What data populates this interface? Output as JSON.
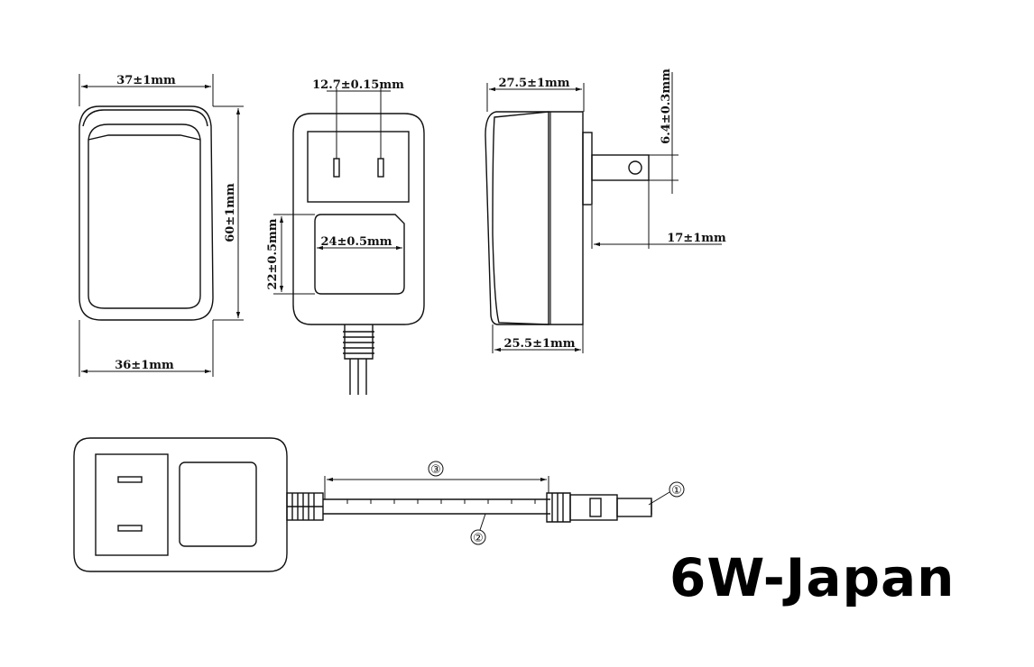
{
  "title": "6W-Japan",
  "colors": {
    "ink": "#111111",
    "background": "#ffffff"
  },
  "front_view": {
    "top_width": "37±1mm",
    "bottom_width": "36±1mm",
    "height": "60±1mm"
  },
  "plug_face_view": {
    "pin_spacing": "12.7±0.15mm",
    "label_width": "24±0.5mm",
    "label_height": "22±0.5mm"
  },
  "side_view": {
    "top_depth": "27.5±1mm",
    "bottom_depth": "25.5±1mm",
    "pin_width": "6.4±0.3mm",
    "pin_length": "17±1mm"
  },
  "cable_view": {
    "callout_dc_plug": "①",
    "callout_cable": "②",
    "callout_length": "③"
  }
}
